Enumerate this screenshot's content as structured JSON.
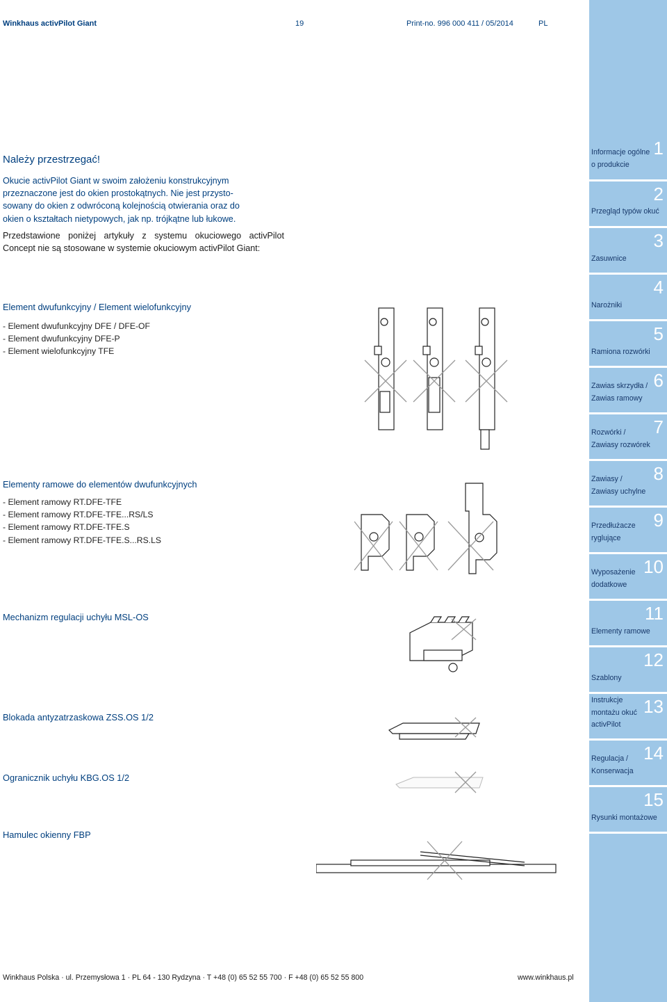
{
  "header": {
    "title": "Winkhaus activPilot Giant",
    "page": "19",
    "print_no": "Print-no. 996 000 411 / 05/2014",
    "lang": "PL"
  },
  "warning": {
    "title": "Należy przestrzegać!",
    "lines": [
      "Okucie activPilot Giant w swoim założeniu konstrukcyjnym",
      "przeznaczone jest do okien prostokątnych. Nie jest przysto-",
      "sowany do okien z odwróconą kolejnością otwierania oraz do",
      "okien o kształtach nietypowych, jak np. trójkątne lub łukowe."
    ]
  },
  "intro": "Przedstawione poniżej artykuły z systemu okuciowego activPilot Concept nie są stosowane w systemie okuciowym activPilot Giant:",
  "sections": [
    {
      "title": "Element dwufunkcyjny / Element wielofunkcyjny",
      "items": [
        "- Element dwufunkcyjny DFE / DFE-OF",
        "- Element dwufunkcyjny DFE-P",
        "- Element wielofunkcyjny TFE"
      ]
    },
    {
      "title": "Elementy ramowe do elementów dwufunkcyjnych",
      "items": [
        "- Element ramowy RT.DFE-TFE",
        "- Element ramowy RT.DFE-TFE...RS/LS",
        "- Element ramowy RT.DFE-TFE.S",
        "- Element ramowy  RT.DFE-TFE.S...RS.LS"
      ]
    },
    {
      "title": "Mechanizm regulacji uchyłu MSL-OS",
      "items": []
    },
    {
      "title": "Blokada antyzatrzaskowa ZSS.OS 1/2",
      "items": []
    },
    {
      "title": "Ogranicznik uchyłu KBG.OS 1/2",
      "items": []
    },
    {
      "title": "Hamulec okienny FBP",
      "items": []
    }
  ],
  "footer": {
    "address": "Winkhaus Polska · ul. Przemysłowa 1 · PL 64 - 130 Rydzyna · T +48 (0) 65 52 55 700 · F +48 (0) 65 52 55 800",
    "website": "www.winkhaus.pl"
  },
  "sidebar": [
    {
      "num": "1",
      "label": [
        "Informacje ogólne",
        "o produkcie"
      ]
    },
    {
      "num": "2",
      "label": [
        "Przegląd typów okuć"
      ]
    },
    {
      "num": "3",
      "label": [
        "Zasuwnice"
      ]
    },
    {
      "num": "4",
      "label": [
        "Narożniki"
      ]
    },
    {
      "num": "5",
      "label": [
        "Ramiona rozwórki"
      ]
    },
    {
      "num": "6",
      "label": [
        "Zawias skrzydła /",
        "Zawias ramowy"
      ]
    },
    {
      "num": "7",
      "label": [
        "Rozwórki /",
        "Zawiasy rozwórek"
      ]
    },
    {
      "num": "8",
      "label": [
        "Zawiasy /",
        "Zawiasy uchylne"
      ]
    },
    {
      "num": "9",
      "label": [
        "Przedłużacze",
        "ryglujące"
      ]
    },
    {
      "num": "10",
      "label": [
        "Wyposażenie",
        "dodatkowe"
      ]
    },
    {
      "num": "11",
      "label": [
        "Elementy ramowe"
      ]
    },
    {
      "num": "12",
      "label": [
        "Szablony"
      ]
    },
    {
      "num": "13",
      "label": [
        "Instrukcje",
        "montażu okuć",
        "activPilot"
      ]
    },
    {
      "num": "14",
      "label": [
        "Regulacja /",
        "Konserwacja"
      ]
    },
    {
      "num": "15",
      "label": [
        "Rysunki montażowe"
      ]
    }
  ],
  "colors": {
    "sidebar": "#9ec7e7",
    "accent": "#003f7f"
  }
}
